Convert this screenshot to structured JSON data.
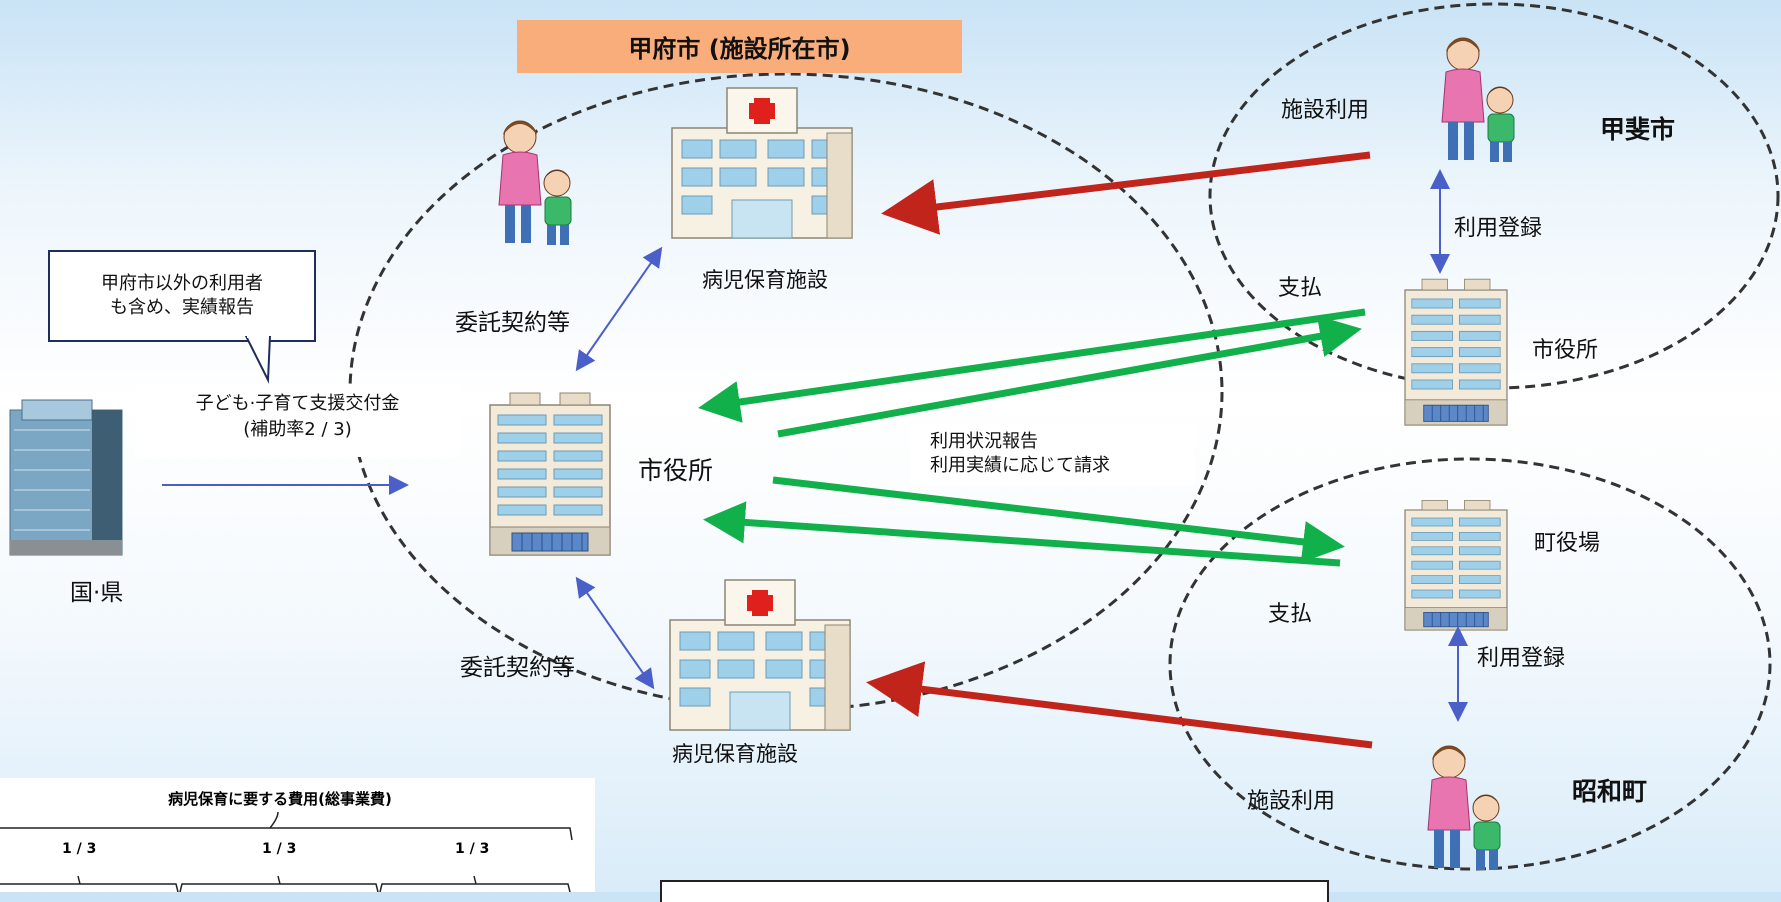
{
  "header": {
    "title": "甲府市 (施設所在市)"
  },
  "nodes": {
    "facility_top": "病児保育施設",
    "facility_bottom": "病児保育施設",
    "city_office_main": "市役所",
    "national": "国·県",
    "kai_city": "甲斐市",
    "kai_office": "市役所",
    "showa_town": "昭和町",
    "showa_office": "町役場"
  },
  "edges": {
    "contract_top": "委託契約等",
    "contract_bottom": "委託契約等",
    "use_kai": "施設利用",
    "use_showa": "施設利用",
    "register_kai": "利用登録",
    "register_showa": "利用登録",
    "pay_kai": "支払",
    "pay_showa": "支払"
  },
  "callout": {
    "line1": "甲府市以外の利用者",
    "line2": "も含め、実績報告"
  },
  "grant": {
    "line1": "子ども·子育て支援交付金",
    "line2": "(補助率2 / 3)"
  },
  "report": {
    "line1": "利用状況報告",
    "line2": "利用実績に応じて請求"
  },
  "cost": {
    "title": "病児保育に要する費用(総事業費)",
    "fractions": [
      "1 / 3",
      "1 / 3",
      "1 / 3"
    ]
  },
  "colors": {
    "use_arrow": "#c0241a",
    "pay_arrow": "#12b04a",
    "relation_arrow": "#4a5fc8",
    "title_bg": "#f9ad7a"
  }
}
